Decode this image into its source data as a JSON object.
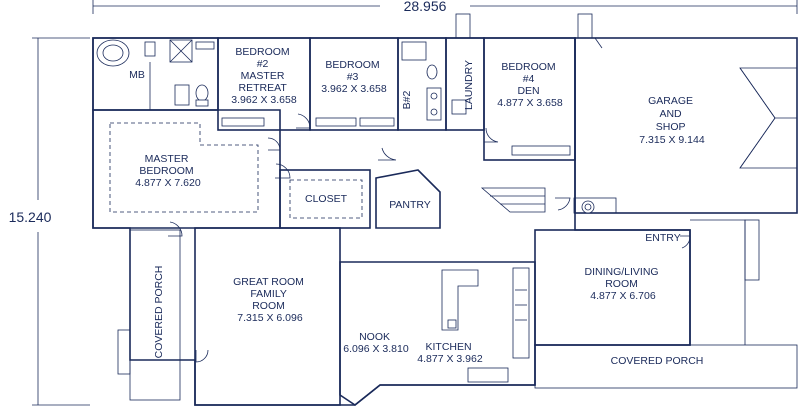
{
  "dimensions": {
    "width": "28.956",
    "depth": "15.240"
  },
  "rooms": {
    "mb": "MB",
    "bedroom2": [
      "BEDROOM",
      "#2",
      "MASTER",
      "RETREAT",
      "3.962 X 3.658"
    ],
    "bedroom3": [
      "BEDROOM",
      "#3",
      "3.962 X 3.658"
    ],
    "bath2": "B#2",
    "laundry": "LAUNDRY",
    "bedroom4": [
      "BEDROOM",
      "#4",
      "DEN",
      "4.877 X 3.658"
    ],
    "garage": [
      "GARAGE",
      "AND",
      "SHOP",
      "7.315 X 9.144"
    ],
    "master_bedroom": [
      "MASTER",
      "BEDROOM",
      "4.877 X 7.620"
    ],
    "closet": "CLOSET",
    "pantry": "PANTRY",
    "entry": "ENTRY",
    "great_room": [
      "GREAT ROOM",
      "FAMILY",
      "ROOM",
      "7.315 X 6.096"
    ],
    "dining_living": [
      "DINING/LIVING",
      "ROOM",
      "4.877 X 6.706"
    ],
    "nook": [
      "NOOK",
      "6.096 X 3.810"
    ],
    "kitchen": [
      "KITCHEN",
      "4.877 X 3.962"
    ],
    "covered_porch_left": "COVERED PORCH",
    "covered_porch_bottom": "COVERED PORCH"
  },
  "colors": {
    "line": "#1a2a5a",
    "bedroom_green": "#cfe6dc",
    "master_blue": "#cfe2f3",
    "closet_blue": "#a9c8e6",
    "great_room_tan": "#ece2cc",
    "dining_tan": "#f0ead2",
    "kitchen_yellow": "#fbf6c8",
    "pantry_yellow": "#f8f0b4",
    "laundry_yellow": "#fbf3c0",
    "garage_grey": "#e9eaee",
    "porch_grey": "#eef0f3",
    "hall_cream": "#f6f1e2",
    "bath_white": "#ffffff"
  }
}
